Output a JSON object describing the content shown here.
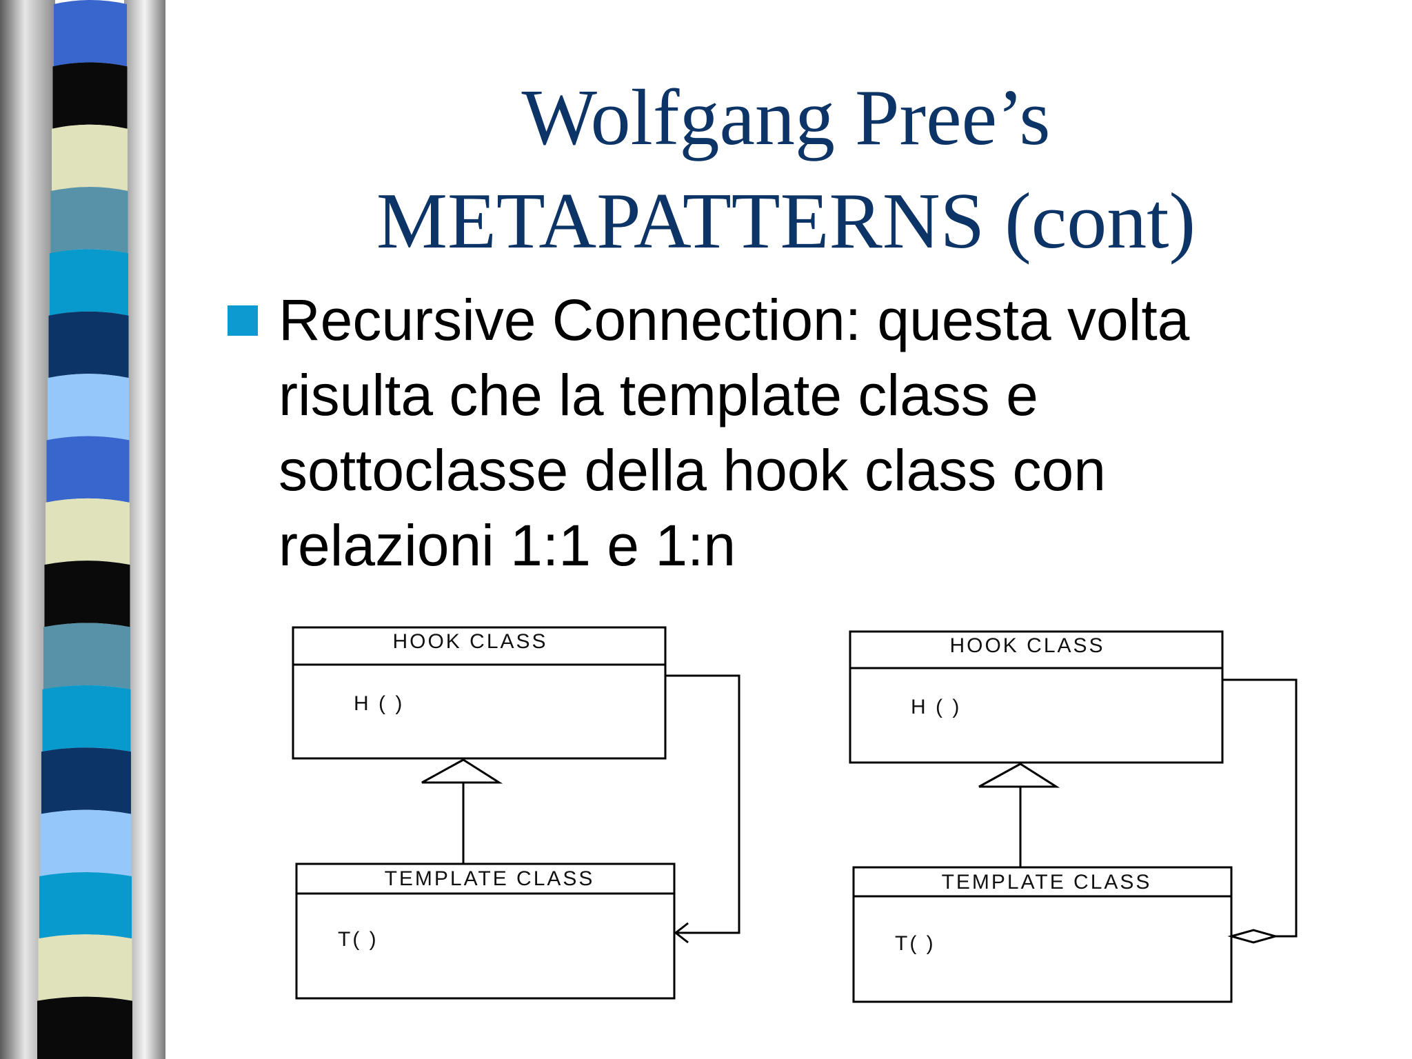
{
  "title": {
    "line1": "Wolfgang Pree’s",
    "line2": "METAPATTERNS (cont)"
  },
  "bullet": {
    "lines": [
      "Recursive Connection: questa volta",
      "risulta che la template class e",
      "sottoclasse della hook class con",
      "relazioni 1:1 e 1:n"
    ]
  },
  "diagram_left": {
    "hook": {
      "name": "HOOK CLASS",
      "method": "H ( )"
    },
    "template": {
      "name": "TEMPLATE CLASS",
      "method": "T( )"
    }
  },
  "diagram_right": {
    "hook": {
      "name": "HOOK CLASS",
      "method": "H ( )"
    },
    "template": {
      "name": "TEMPLATE CLASS",
      "method": "T( )"
    }
  },
  "colors": {
    "title": "#0d3466",
    "bullet": "#0d9ad0",
    "stripes": [
      "#3866cc",
      "#0a0a0a",
      "#e0e2bb",
      "#5792a8",
      "#089acc",
      "#0d3466",
      "#95c7fa"
    ]
  }
}
